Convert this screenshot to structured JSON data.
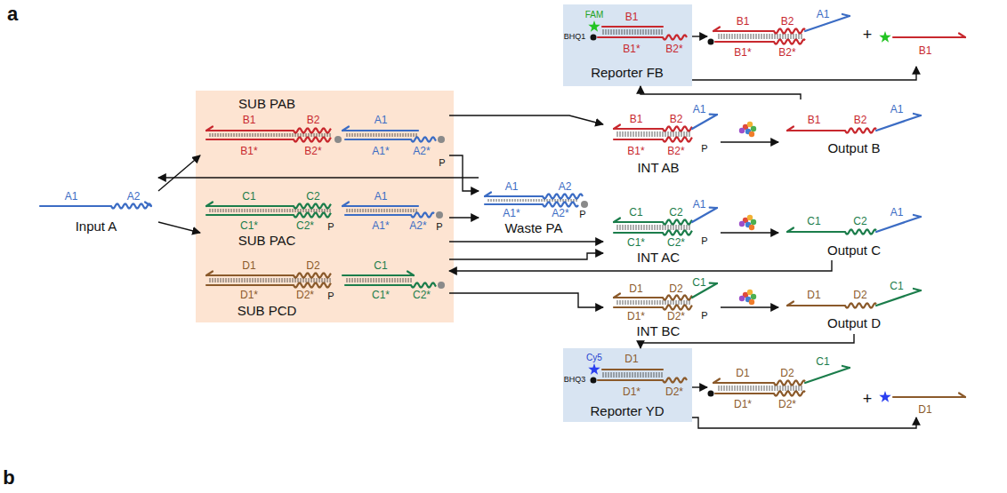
{
  "diagram": {
    "nodes": [
      {
        "text": [
          "A1",
          "A2",
          "Input A"
        ]
      },
      {
        "text": [
          "SUB PAB",
          "B1",
          "B2",
          "A1",
          "B1*",
          "B2*",
          "A1*",
          "A2*",
          "P"
        ]
      },
      {
        "text": [
          "C1",
          "C2",
          "A1",
          "C1*",
          "C2*",
          "P",
          "A1*",
          "A2*",
          "P",
          "SUB PAC"
        ]
      },
      {
        "text": [
          "D1",
          "D2",
          "C1",
          "D1*",
          "D2*",
          "P",
          "C1*",
          "C2*",
          "SUB PCD"
        ]
      },
      {
        "text": [
          "A1",
          "A2",
          "A1*",
          "A2*",
          "P",
          "Waste PA"
        ]
      },
      {
        "text": [
          "B1",
          "B2",
          "A1",
          "B1*",
          "B2*",
          "P",
          "INT AB"
        ]
      },
      {
        "text": [
          "C1",
          "C2",
          "A1",
          "C1*",
          "C2*",
          "P",
          "INT AC"
        ]
      },
      {
        "text": [
          "D1",
          "D2",
          "C1",
          "D1*",
          "D2*",
          "P",
          "INT BC"
        ]
      },
      {
        "text": [
          "B1",
          "B2",
          "A1",
          "Output B"
        ]
      },
      {
        "text": [
          "C1",
          "C2",
          "A1",
          "Output C"
        ]
      },
      {
        "text": [
          "D1",
          "D2",
          "C1",
          "Output D"
        ]
      },
      {
        "text": [
          "FAM",
          "BHQ1",
          "B1",
          "B1*",
          "B2*",
          "Reporter FB"
        ]
      },
      {
        "text": [
          "B1",
          "B2",
          "A1",
          "B1*",
          "B2*"
        ]
      },
      {
        "text": [
          "B1"
        ]
      },
      {
        "text": [
          "Cy5",
          "BHQ3",
          "D1",
          "D1*",
          "D2*",
          "Reporter YD"
        ]
      },
      {
        "text": [
          "D1",
          "D2",
          "C1",
          "D1*",
          "D2*"
        ]
      },
      {
        "text": [
          "D1"
        ]
      }
    ],
    "edges": [
      {
        "from": 0,
        "to": 1,
        "arrow": "to"
      },
      {
        "from": 0,
        "to": 2,
        "arrow": "to"
      },
      {
        "from": 1,
        "to": 5,
        "arrow": "to"
      },
      {
        "from": 1,
        "to": 4,
        "arrow": "to"
      },
      {
        "from": 2,
        "to": 4,
        "arrow": "to"
      },
      {
        "from": 2,
        "to": 6,
        "arrow": "to"
      },
      {
        "from": 4,
        "to": 0,
        "arrow": "to"
      },
      {
        "from": 5,
        "to": 8,
        "arrow": "to"
      },
      {
        "from": 6,
        "to": 9,
        "arrow": "to"
      },
      {
        "from": 3,
        "to": 6,
        "arrow": "to"
      },
      {
        "from": 3,
        "to": 7,
        "arrow": "to"
      },
      {
        "from": 9,
        "to": 3,
        "arrow": "to"
      },
      {
        "from": 7,
        "to": 10,
        "arrow": "to"
      },
      {
        "from": 8,
        "to": 11,
        "arrow": "to"
      },
      {
        "from": 11,
        "to": 12,
        "arrow": "to"
      },
      {
        "from": 11,
        "to": 13,
        "arrow": "to"
      },
      {
        "from": 10,
        "to": 14,
        "arrow": "to"
      },
      {
        "from": 14,
        "to": 15,
        "arrow": "to"
      },
      {
        "from": 14,
        "to": 16,
        "arrow": "to"
      }
    ],
    "labels": [
      "a",
      "+",
      "+",
      "b"
    ]
  }
}
